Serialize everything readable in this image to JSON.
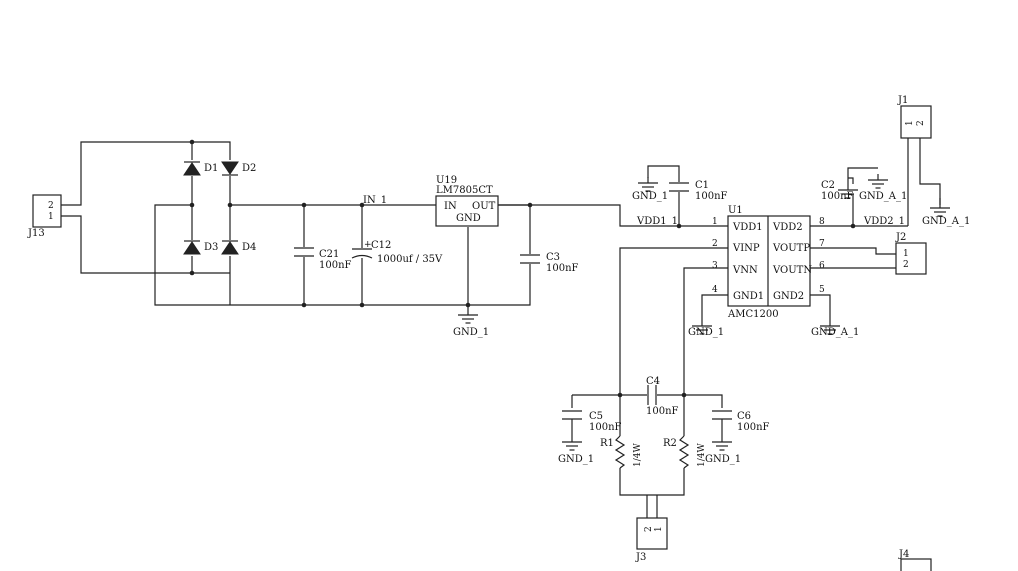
{
  "connectors": {
    "j1": {
      "ref": "J1",
      "pins": [
        "1",
        "2"
      ]
    },
    "j2": {
      "ref": "J2",
      "pins": [
        "1",
        "2"
      ]
    },
    "j3": {
      "ref": "J3",
      "pins": [
        "2",
        "1"
      ]
    },
    "j4": {
      "ref": "J4"
    },
    "j13": {
      "ref": "J13",
      "pins": [
        "2",
        "1"
      ]
    }
  },
  "diodes": {
    "d1": "D1",
    "d2": "D2",
    "d3": "D3",
    "d4": "D4"
  },
  "regulator": {
    "ref": "U19",
    "part": "LM7805CT",
    "in": "IN",
    "out": "OUT",
    "gnd": "GND"
  },
  "nets": {
    "in1": "IN_1",
    "vdd1": "VDD1_1",
    "vdd2": "VDD2_1",
    "gnd1": "GND_1",
    "gnda1": "GND_A_1"
  },
  "capacitors": {
    "c21": {
      "ref": "C21",
      "value": "100nF"
    },
    "c12": {
      "ref": "C12",
      "value": "1000uf / 35V",
      "polarity": "+"
    },
    "c3": {
      "ref": "C3",
      "value": "100nF"
    },
    "c1": {
      "ref": "C1",
      "value": "100nF"
    },
    "c2": {
      "ref": "C2",
      "value": "100nF"
    },
    "c4": {
      "ref": "C4",
      "value": "100nF"
    },
    "c5": {
      "ref": "C5",
      "value": "100nF"
    },
    "c6": {
      "ref": "C6",
      "value": "100nF"
    }
  },
  "resistors": {
    "r1": {
      "ref": "R1",
      "value": "1/4W"
    },
    "r2": {
      "ref": "R2",
      "value": "1/4W"
    }
  },
  "amp": {
    "ref": "U1",
    "part": "AMC1200",
    "left_pins": [
      {
        "num": "1",
        "name": "VDD1"
      },
      {
        "num": "2",
        "name": "VINP"
      },
      {
        "num": "3",
        "name": "VNN"
      },
      {
        "num": "4",
        "name": "GND1"
      }
    ],
    "right_pins": [
      {
        "num": "8",
        "name": "VDD2"
      },
      {
        "num": "7",
        "name": "VOUTP"
      },
      {
        "num": "6",
        "name": "VOUTN"
      },
      {
        "num": "5",
        "name": "GND2"
      }
    ]
  }
}
